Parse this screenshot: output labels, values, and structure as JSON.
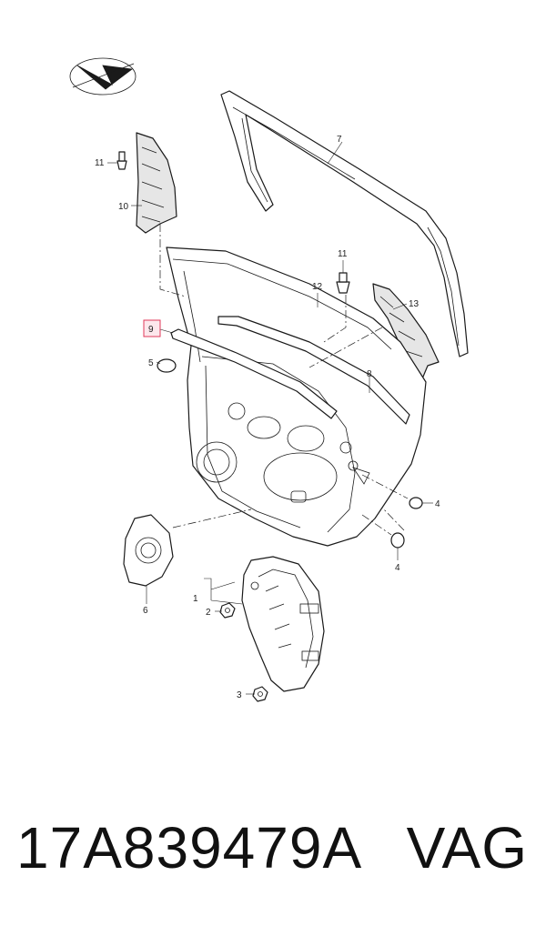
{
  "diagram": {
    "callouts": [
      "1",
      "2",
      "3",
      "4",
      "4",
      "5",
      "6",
      "7",
      "8",
      "9",
      "10",
      "11",
      "11",
      "12",
      "13"
    ],
    "highlighted_callout": "9",
    "highlight_color": "#e03a5a"
  },
  "footer": {
    "part_number": "17A839479A",
    "brand": "VAG"
  }
}
